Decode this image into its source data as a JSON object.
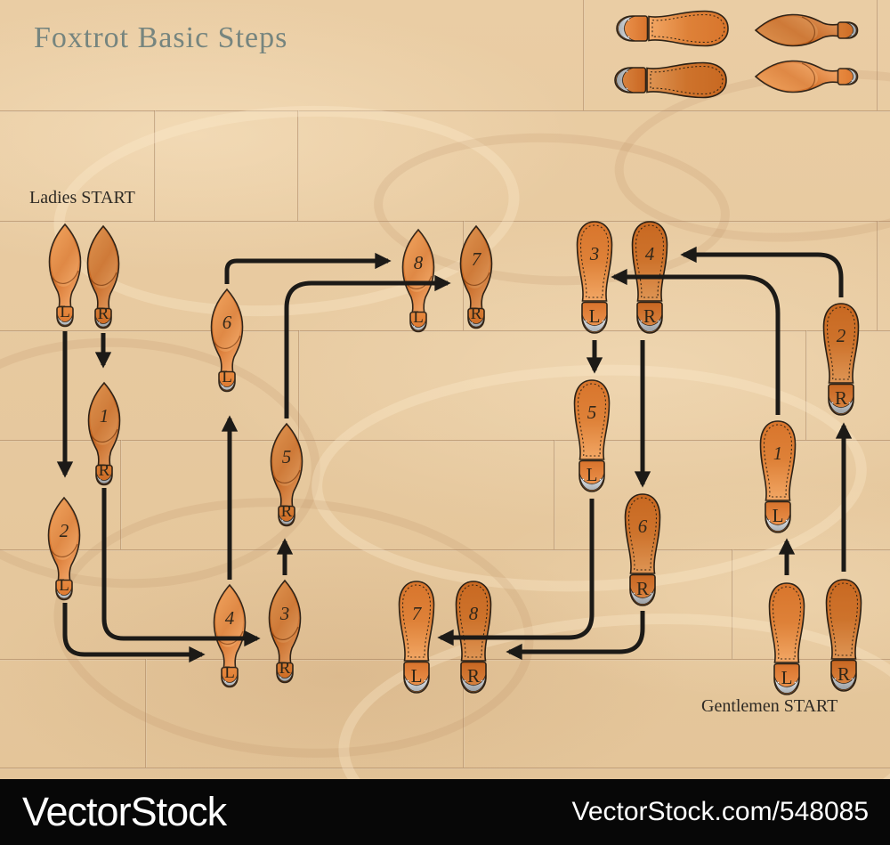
{
  "title": "Foxtrot Basic Steps",
  "ladies": {
    "start_label": "Ladies START",
    "start_left": "L",
    "start_right": "R",
    "steps": [
      {
        "number": "1",
        "foot": "R"
      },
      {
        "number": "2",
        "foot": "L"
      },
      {
        "number": "3",
        "foot": "R"
      },
      {
        "number": "4",
        "foot": "L"
      },
      {
        "number": "5",
        "foot": "R"
      },
      {
        "number": "6",
        "foot": "L"
      },
      {
        "number": "7",
        "foot": "R"
      },
      {
        "number": "8",
        "foot": "L"
      }
    ]
  },
  "gentlemen": {
    "start_label": "Gentlemen START",
    "start_left": "L",
    "start_right": "R",
    "steps": [
      {
        "number": "1",
        "foot": "L"
      },
      {
        "number": "2",
        "foot": "R"
      },
      {
        "number": "3",
        "foot": "L"
      },
      {
        "number": "4",
        "foot": "R"
      },
      {
        "number": "5",
        "foot": "L"
      },
      {
        "number": "6",
        "foot": "R"
      },
      {
        "number": "7",
        "foot": "L"
      },
      {
        "number": "8",
        "foot": "R"
      }
    ]
  },
  "watermark": {
    "brand": "VectorStock",
    "credit": "VectorStock.com/548085"
  },
  "colors": {
    "wood_base": "#e8cba2",
    "wood_seam": "#7c4c26",
    "shoe_orange": "#e0802f",
    "heel_silver": "#cfd3d7",
    "arrow": "#1d1b18",
    "title_text": "#76857f",
    "label_text": "#2e2a24",
    "bar_background": "#070707",
    "bar_text": "#ffffff"
  }
}
